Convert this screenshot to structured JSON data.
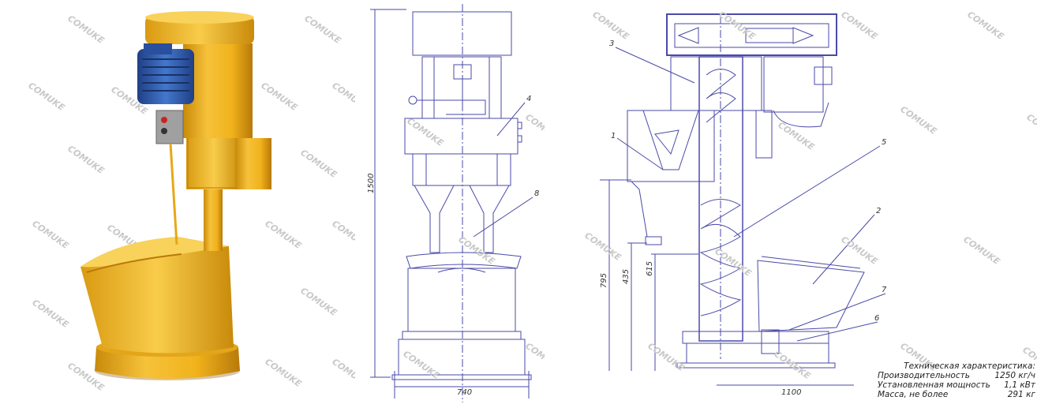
{
  "watermark": "COMUKE",
  "front_view": {
    "part_labels": [
      "4",
      "8"
    ],
    "dim_width": "740",
    "dim_height": "1500"
  },
  "section_view": {
    "part_labels": [
      "3",
      "1",
      "5",
      "2",
      "7",
      "6"
    ],
    "dim_width": "1100",
    "dim_heights": [
      "795",
      "435",
      "615"
    ]
  },
  "specs": {
    "title": "Техническая характеристика:",
    "rows": [
      {
        "label": "Производительность",
        "value": "1250 кг/ч"
      },
      {
        "label": "Установленная мощность",
        "value": "1,1 кВт"
      },
      {
        "label": "Масса, не более",
        "value": "291 кг"
      }
    ]
  },
  "colors": {
    "machine": "#f1b21c",
    "machine_dark": "#c98a0a",
    "motor": "#2f5fb0",
    "drawing": "#4a4aa8"
  }
}
